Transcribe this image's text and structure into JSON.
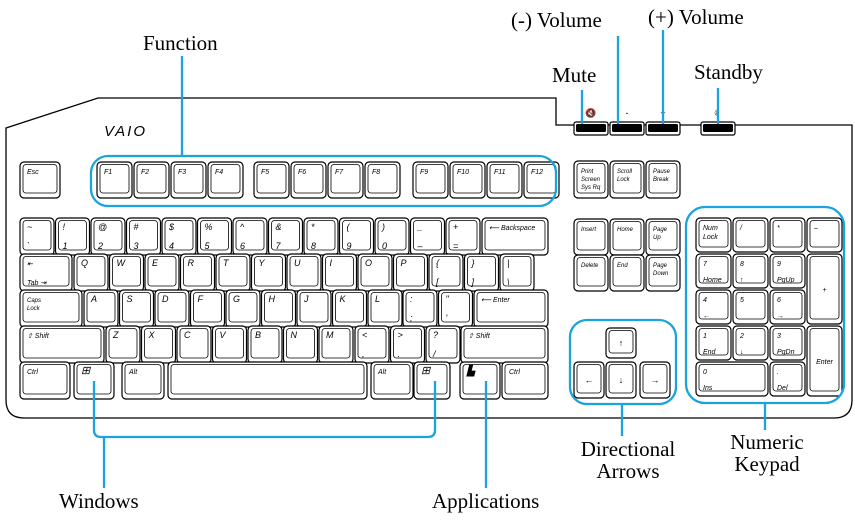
{
  "callouts": {
    "function": "Function",
    "volume_down": "(-) Volume",
    "volume_up": "(+) Volume",
    "mute": "Mute",
    "standby": "Standby",
    "directional_line1": "Directional",
    "directional_line2": "Arrows",
    "numeric_line1": "Numeric",
    "numeric_line2": "Keypad",
    "windows": "Windows",
    "applications": "Applications"
  },
  "brand": {
    "logo_text": "VAIO"
  },
  "colors": {
    "highlight": "#1aa3dd",
    "key_outline": "#000000",
    "key_fill": "#ffffff",
    "body_fill": "#ffffff"
  },
  "keys": {
    "esc": "Esc",
    "function_row": [
      "F1",
      "F2",
      "F3",
      "F4",
      "F5",
      "F6",
      "F7",
      "F8",
      "F9",
      "F10",
      "F11",
      "F12"
    ],
    "system": [
      [
        "Print",
        "Screen",
        "Sys Rq"
      ],
      [
        "Scroll",
        "Lock"
      ],
      [
        "Pause",
        "Break"
      ]
    ],
    "number_row": [
      [
        "~",
        "`"
      ],
      [
        "!",
        "1"
      ],
      [
        "@",
        "2"
      ],
      [
        "#",
        "3"
      ],
      [
        "$",
        "4"
      ],
      [
        "%",
        "5"
      ],
      [
        "^",
        "6"
      ],
      [
        "&",
        "7"
      ],
      [
        "*",
        "8"
      ],
      [
        "(",
        "9"
      ],
      [
        ")",
        "0"
      ],
      [
        "_",
        "–"
      ],
      [
        "+",
        "="
      ]
    ],
    "backspace": "Backspace",
    "tab": "Tab",
    "qwerty": [
      "Q",
      "W",
      "E",
      "R",
      "T",
      "Y",
      "U",
      "I",
      "O",
      "P"
    ],
    "brackets": [
      [
        "{",
        "["
      ],
      [
        "}",
        "]"
      ],
      [
        "|",
        "\\"
      ]
    ],
    "caps": [
      "Caps",
      "Lock"
    ],
    "asdf": [
      "A",
      "S",
      "D",
      "F",
      "G",
      "H",
      "J",
      "K",
      "L"
    ],
    "semicolon_quote": [
      [
        ":",
        ";"
      ],
      [
        "\"",
        "'"
      ]
    ],
    "enter": "Enter",
    "shift": "Shift",
    "zxcv": [
      "Z",
      "X",
      "C",
      "V",
      "B",
      "N",
      "M"
    ],
    "punct": [
      [
        "<",
        ","
      ],
      [
        ">",
        "."
      ],
      [
        "?",
        "/"
      ]
    ],
    "ctrl": "Ctrl",
    "alt": "Alt",
    "nav": [
      [
        "Insert"
      ],
      [
        "Home"
      ],
      [
        "Page",
        "Up"
      ],
      [
        "Delete"
      ],
      [
        "End"
      ],
      [
        "Page",
        "Down"
      ]
    ],
    "numpad": [
      [
        "Num",
        "Lock"
      ],
      [
        "/"
      ],
      [
        "*"
      ],
      [
        "–"
      ],
      [
        "7",
        "Home"
      ],
      [
        "8",
        "↑"
      ],
      [
        "9",
        "PgUp"
      ],
      [
        "+"
      ],
      [
        "4",
        "←"
      ],
      [
        "5"
      ],
      [
        "6",
        "→"
      ],
      [
        "1",
        "End"
      ],
      [
        "2",
        "↓"
      ],
      [
        "3",
        "PgDn"
      ],
      [
        "Enter"
      ],
      [
        "0",
        "Ins"
      ],
      [
        ".",
        "Del"
      ]
    ],
    "arrows": [
      "↑",
      "←",
      "↓",
      "→"
    ]
  }
}
